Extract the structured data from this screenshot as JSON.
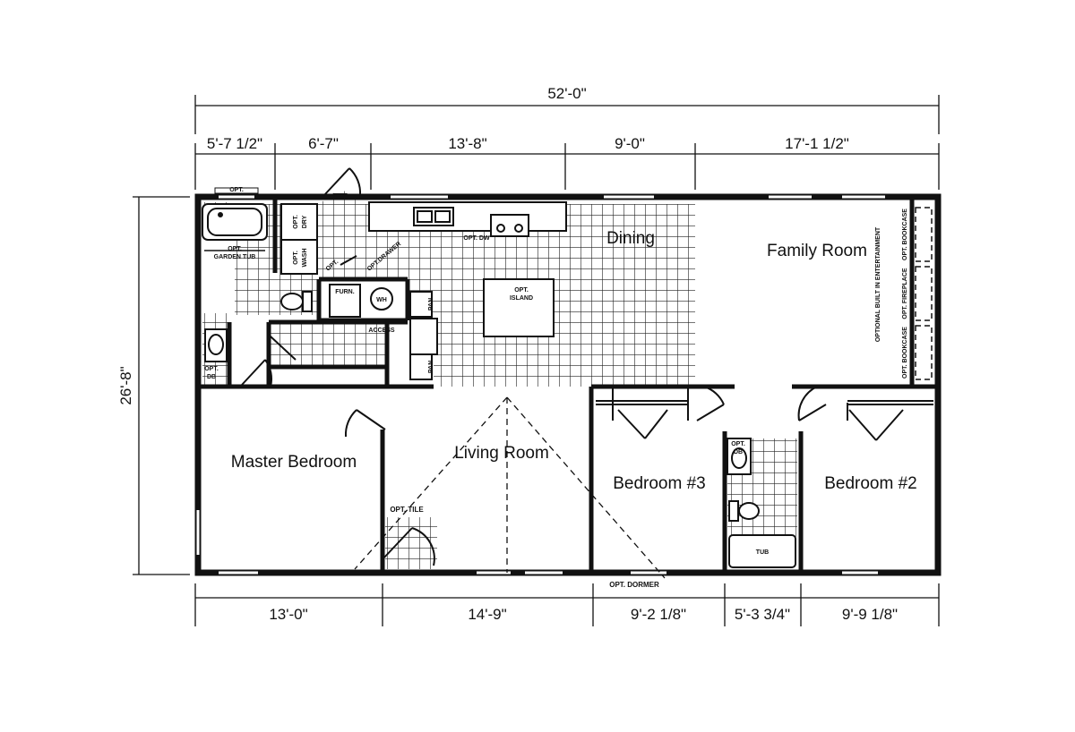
{
  "colors": {
    "ink": "#111111",
    "background": "#ffffff",
    "grid": "#222222"
  },
  "dimensions": {
    "overall_width": "52'-0\"",
    "overall_depth": "26'-8\"",
    "top": [
      "5'-7 1/2\"",
      "6'-7\"",
      "13'-8\"",
      "9'-0\"",
      "17'-1 1/2\""
    ],
    "bottom": [
      "13'-0\"",
      "14'-9\"",
      "9'-2 1/8\"",
      "5'-3 3/4\"",
      "9'-9 1/8\""
    ]
  },
  "rooms": {
    "dining": "Dining",
    "family_room": "Family Room",
    "master_bedroom": "Master Bedroom",
    "living_room": "Living Room",
    "bedroom3": "Bedroom #3",
    "bedroom2": "Bedroom #2"
  },
  "fixtures": {
    "opt_top": "OPT.",
    "opt_garden_tub_1": "OPT.",
    "opt_garden_tub_2": "GARDEN TUB",
    "opt_dry_1": "OPT.",
    "opt_dry_2": "DRY",
    "opt_wash_1": "OPT.",
    "opt_wash_2": "WASH",
    "opt_dw": "OPT. DW",
    "opt_island_1": "OPT.",
    "opt_island_2": "ISLAND",
    "furn": "FURN.",
    "wh": "WH",
    "pan1": "PAN",
    "pan2": "PAN",
    "access": "ACCESS",
    "opt_db_master_1": "OPT.",
    "opt_db_master_2": "DB",
    "opt_db_hall_1": "OPT.",
    "opt_db_hall_2": "DB",
    "opt_tile": "OPT. TILE",
    "opt_dormer": "OPT. DORMER",
    "tub": "TUB",
    "opt_entertainment": "OPTIONAL BUILT IN ENTERTAINMENT",
    "opt_bookcase_1": "OPT. BOOKCASE",
    "opt_fireplace": "OPT. FIREPLACE",
    "opt_bookcase_2": "OPT. BOOKCASE",
    "opt_diag_1": "OPT.",
    "opt_diag_2": "OPT.DRAWER"
  }
}
